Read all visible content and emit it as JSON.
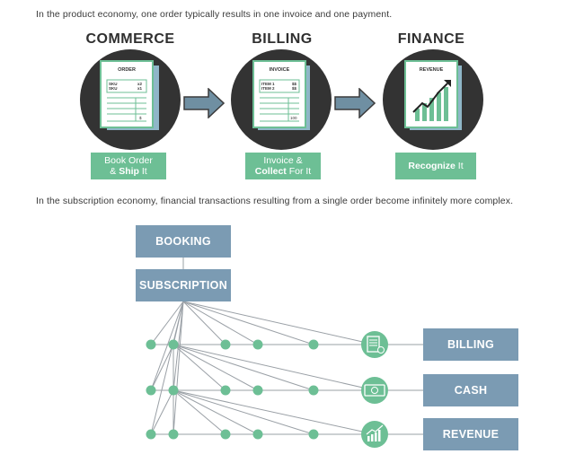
{
  "intro_product": "In the product economy, one order typically results in one invoice and one payment.",
  "intro_subscription": "In the subscription economy, financial transactions resulting from a single order become infinitely more complex.",
  "stages": [
    {
      "title": "COMMERCE",
      "doc_title": "ORDER",
      "label_line1": "Book Order",
      "label_line2_pre": "& ",
      "label_line2_bold": "Ship",
      "label_line2_post": " It"
    },
    {
      "title": "BILLING",
      "doc_title": "INVOICE",
      "label_line1": "Invoice &",
      "label_line2_pre": "",
      "label_line2_bold": "Collect",
      "label_line2_post": " For It"
    },
    {
      "title": "FINANCE",
      "doc_title": "REVENUE",
      "label_line1": "",
      "label_line2_pre": "",
      "label_line2_bold": "Recognize",
      "label_line2_post": " It"
    }
  ],
  "order_lines": [
    [
      "SKU",
      "x2"
    ],
    [
      "SKU",
      "x1"
    ]
  ],
  "order_total": "$",
  "invoice_lines": [
    [
      "ITEM 1",
      "$$"
    ],
    [
      "ITEM 2",
      "$$"
    ]
  ],
  "invoice_total": "100",
  "booking_label": "BOOKING",
  "subscription_label": "SUBSCRIPTION",
  "outputs": [
    {
      "label": "BILLING",
      "icon": "invoice-icon"
    },
    {
      "label": "CASH",
      "icon": "money-icon"
    },
    {
      "label": "REVENUE",
      "icon": "revenue-chart-icon"
    }
  ],
  "colors": {
    "green": "#6dbf95",
    "steel_blue": "#7b9bb3",
    "dark": "#333333",
    "doc_back": "#8fb6c8"
  }
}
